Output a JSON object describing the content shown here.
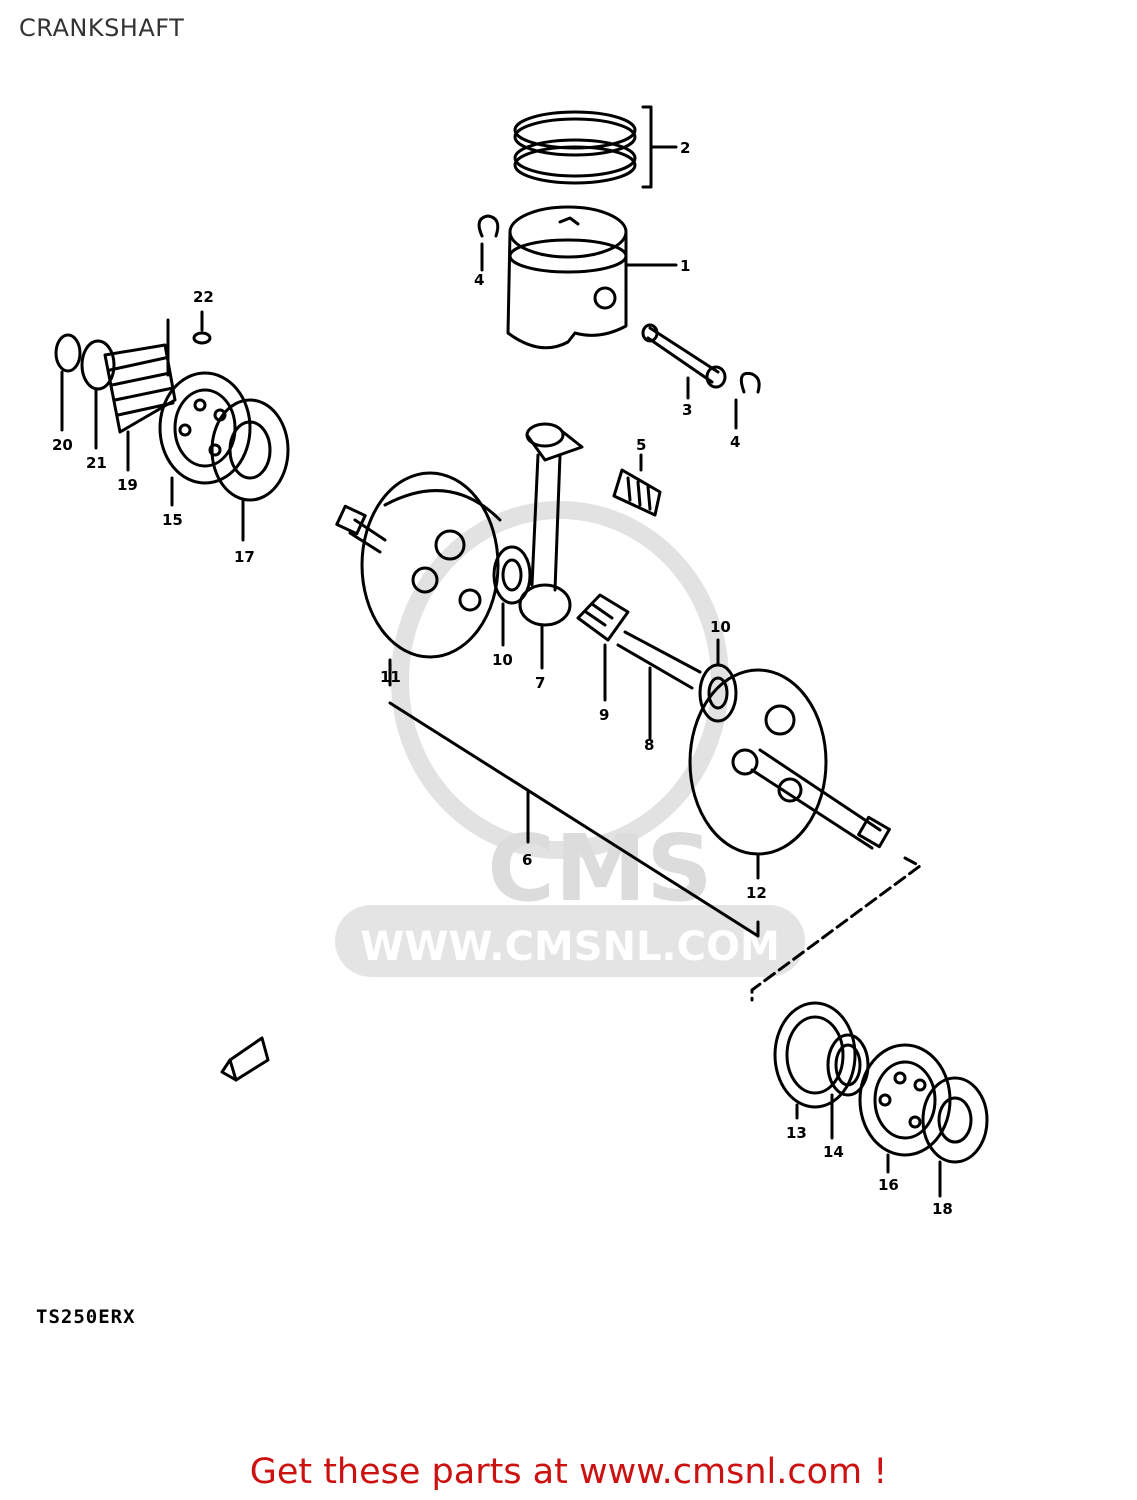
{
  "page": {
    "title": "CRANKSHAFT",
    "model_code": "TS250ERX",
    "cta_text": "Get these parts at www.cmsnl.com !",
    "cta_color": "#cc1111"
  },
  "watermark": {
    "brand": "CMS",
    "url": "WWW.CMSNL.COM",
    "color": "#dcdcdc"
  },
  "callouts": {
    "c1": "1",
    "c2": "2",
    "c3": "3",
    "c4a": "4",
    "c4b": "4",
    "c5": "5",
    "c6": "6",
    "c7": "7",
    "c8": "8",
    "c9": "9",
    "c10a": "10",
    "c10b": "10",
    "c11": "11",
    "c12": "12",
    "c13": "13",
    "c14": "14",
    "c15": "15",
    "c16": "16",
    "c17": "17",
    "c18": "18",
    "c19": "19",
    "c20": "20",
    "c21": "21",
    "c22": "22"
  }
}
